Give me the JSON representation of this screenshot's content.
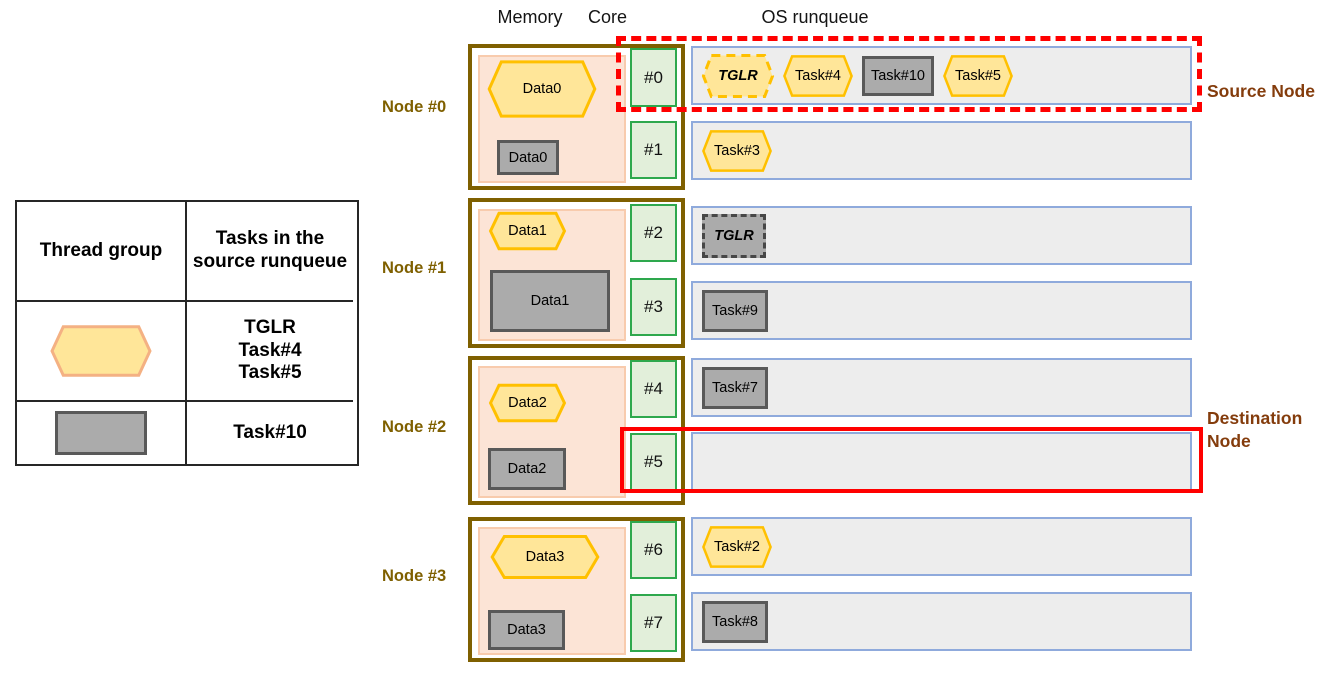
{
  "column_headers": {
    "memory": "Memory",
    "core": "Core",
    "os_runqueue": "OS runqueue"
  },
  "legend": {
    "header_thread_group": "Thread group",
    "header_tasks": "Tasks in the source runqueue",
    "thread_group_tasks": [
      "TGLR",
      "Task#4",
      "Task#5"
    ],
    "gray_task": "Task#10"
  },
  "annotations": {
    "source_node": "Source Node",
    "destination_node": "Destination Node"
  },
  "nodes": [
    {
      "label": "Node #0",
      "cores": [
        "#0",
        "#1"
      ],
      "memory_items": [
        {
          "shape": "hexagon",
          "label": "Data0"
        },
        {
          "shape": "rect",
          "label": "Data0"
        }
      ]
    },
    {
      "label": "Node #1",
      "cores": [
        "#2",
        "#3"
      ],
      "memory_items": [
        {
          "shape": "hexagon",
          "label": "Data1"
        },
        {
          "shape": "rect",
          "label": "Data1"
        }
      ]
    },
    {
      "label": "Node #2",
      "cores": [
        "#4",
        "#5"
      ],
      "memory_items": [
        {
          "shape": "hexagon",
          "label": "Data2"
        },
        {
          "shape": "rect",
          "label": "Data2"
        }
      ]
    },
    {
      "label": "Node #3",
      "cores": [
        "#6",
        "#7"
      ],
      "memory_items": [
        {
          "shape": "hexagon",
          "label": "Data3"
        },
        {
          "shape": "rect",
          "label": "Data3"
        }
      ]
    }
  ],
  "runqueues": [
    {
      "core": "#0",
      "tasks": [
        {
          "shape": "hexagon-dashed",
          "label": "TGLR"
        },
        {
          "shape": "hexagon",
          "label": "Task#4"
        },
        {
          "shape": "rect",
          "label": "Task#10"
        },
        {
          "shape": "hexagon",
          "label": "Task#5"
        }
      ]
    },
    {
      "core": "#1",
      "tasks": [
        {
          "shape": "hexagon",
          "label": "Task#3"
        }
      ]
    },
    {
      "core": "#2",
      "tasks": [
        {
          "shape": "rect-dashed",
          "label": "TGLR"
        }
      ]
    },
    {
      "core": "#3",
      "tasks": [
        {
          "shape": "rect",
          "label": "Task#9"
        }
      ]
    },
    {
      "core": "#4",
      "tasks": [
        {
          "shape": "rect",
          "label": "Task#7"
        }
      ]
    },
    {
      "core": "#5",
      "tasks": []
    },
    {
      "core": "#6",
      "tasks": [
        {
          "shape": "hexagon",
          "label": "Task#2"
        }
      ]
    },
    {
      "core": "#7",
      "tasks": [
        {
          "shape": "rect",
          "label": "Task#8"
        }
      ]
    }
  ],
  "colors": {
    "node_border": "#7F6000",
    "node_label_text": "#7F6000",
    "memory_fill": "#FCE4D6",
    "memory_border": "#F8CBAD",
    "core_fill": "#E2EFDA",
    "core_border": "#2EA84D",
    "runqueue_fill": "#EDEDED",
    "runqueue_border": "#8FAADC",
    "hexagon_fill": "#FFE699",
    "hexagon_border": "#FFC000",
    "legend_hexagon_border": "#F4B183",
    "gray_task_fill": "#ABABAB",
    "gray_task_border": "#595959",
    "highlight_red": "#FF0000",
    "annotation_text": "#843C0C"
  }
}
